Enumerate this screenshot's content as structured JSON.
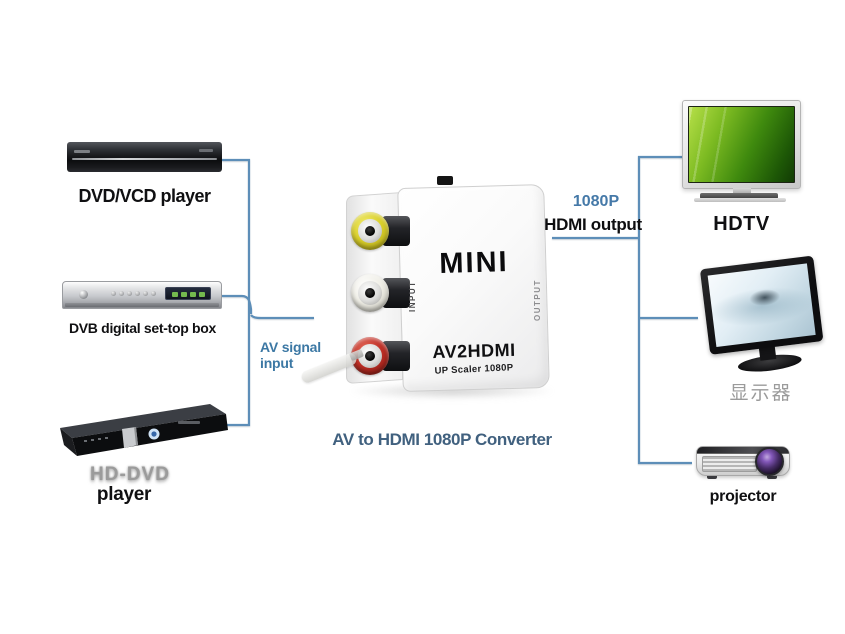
{
  "colors": {
    "connector_blue": "#5d8eb8",
    "annotation_blue": "#3c78a4",
    "caption_blue": "#41617f",
    "label_black": "#101012",
    "monitor_label_gray": "#9b9b9b",
    "hddvd_gray": "#9b9b9b",
    "rca_yellow": "#d9cf2b",
    "rca_white": "#efeee6",
    "rca_red": "#bf2f26"
  },
  "left_devices": [
    {
      "label": "DVD/VCD player"
    },
    {
      "label": "DVB digital set-top box"
    },
    {
      "label_line1": "HD-DVD",
      "label_line2": "player"
    }
  ],
  "converter": {
    "brand": "MINI",
    "model": "AV2HDMI",
    "subtitle": "UP Scaler 1080P",
    "side_input": "INPUT",
    "side_output": "OUTPUT",
    "input_annotation": "AV signal input",
    "output_annotation_top": "1080P",
    "output_annotation_bottom": "HDMI output",
    "caption": "AV to HDMI 1080P Converter"
  },
  "right_devices": [
    {
      "label": "HDTV"
    },
    {
      "label": "显示器"
    },
    {
      "label": "projector"
    }
  ]
}
